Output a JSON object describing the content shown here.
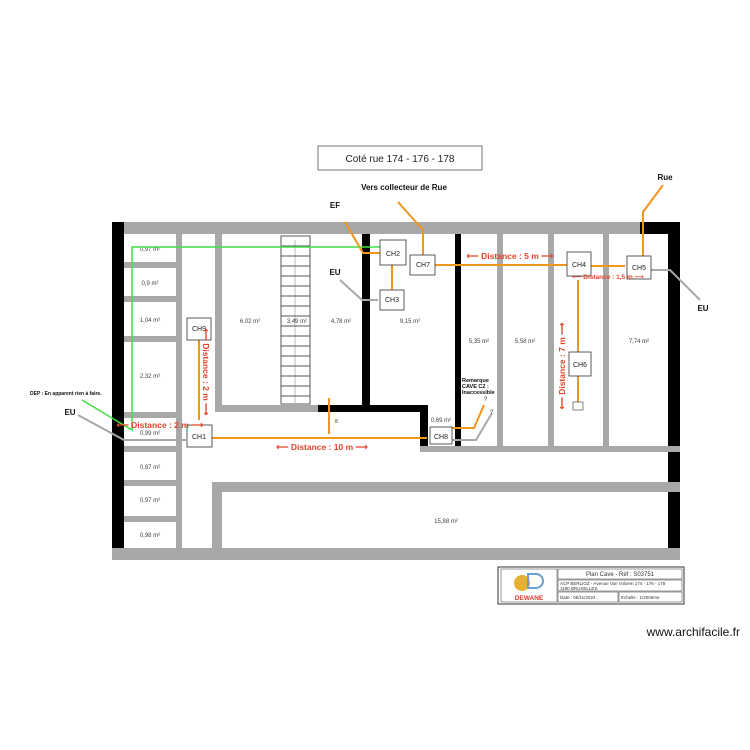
{
  "title": "Coté rue 174 - 176 - 178",
  "annotations": {
    "collecteur": "Vers collecteur de Rue",
    "ef": "EF",
    "eu_center": "EU",
    "rue": "Rue",
    "eu_right": "EU",
    "eu_left": "EU",
    "dep": "DEP : En apparent rien à faire.",
    "remarque_1": "Remarque",
    "remarque_2": "CAVE C2 :",
    "remarque_3": "Inaccessible",
    "q1": "?",
    "q2": "?",
    "s_label": "8"
  },
  "distances": {
    "d5": "⟵ Distance : 5 m ⟶",
    "d15": "⟵ Distance : 1,5 m ⟶",
    "d7": "⟵ Distance : 7 m ⟶",
    "d2v": "⟵ Distance : 2 m ⟶",
    "d2h": "⟵ Distance : 2 m ⟶",
    "d10": "⟵ Distance : 10 m ⟶"
  },
  "chambers": {
    "ch1": "CH1",
    "ch2": "CH2",
    "ch3": "CH3",
    "ch4": "CH4",
    "ch5": "CH5",
    "ch6": "CH6",
    "ch7": "CH7",
    "ch8": "CH8",
    "ch9": "CH9"
  },
  "rooms": {
    "r1": "0,97 m²",
    "r2": "0,9 m²",
    "r3": "1,04 m²",
    "r4": "2,32 m²",
    "r5": "0,99 m²",
    "r6": "0,87 m²",
    "r7": "0,97 m²",
    "r8": "0,98 m²",
    "r9": "6,02 m²",
    "r10": "3,49 m²",
    "r11": "4,78 m²",
    "r12": "9,15 m²",
    "r13": "5,35 m²",
    "r14": "5,58 m²",
    "r15": "7,74 m²",
    "r16": "0,69 m²",
    "r17": "15,88 m²"
  },
  "title_block": {
    "plan": "Plan Cave - Réf : S03751",
    "address_1": "ACP BERLIOZ - Avenue Van Volxem 174 - 176 - 178",
    "address_2": "1190 BRUXELLES",
    "date": "Date : 05/11/2024",
    "scale": "Echelle : 1/200ème",
    "logo_text": "DEWANE"
  },
  "watermark": "www.archifacile.fr",
  "colors": {
    "pipe": "#f0961e",
    "green": "#44dd44",
    "eu": "#a8a8a8",
    "distance": "#e0452a"
  }
}
